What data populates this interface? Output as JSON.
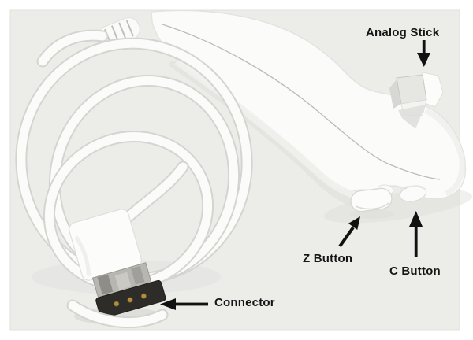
{
  "photo": {
    "subject": "White nunchuk-style game controller with coiled white cable and connector plug on a light gray background",
    "colors": {
      "page_background": "#FFFFFF",
      "photo_background": "#ECECE9",
      "controller_body": "#FBFBFA",
      "cable_outline": "#D4D4D0",
      "metal_shield": "#B8B6B1",
      "connector_tip": "#2E2C29",
      "connector_pins": "#B08F41",
      "annotation_color": "#151515"
    }
  },
  "annotations": [
    {
      "label": "Analog Stick",
      "arrow_direction": "down"
    },
    {
      "label": "Z Button",
      "arrow_direction": "up-right"
    },
    {
      "label": "C Button",
      "arrow_direction": "up"
    },
    {
      "label": "Connector",
      "arrow_direction": "left"
    }
  ]
}
